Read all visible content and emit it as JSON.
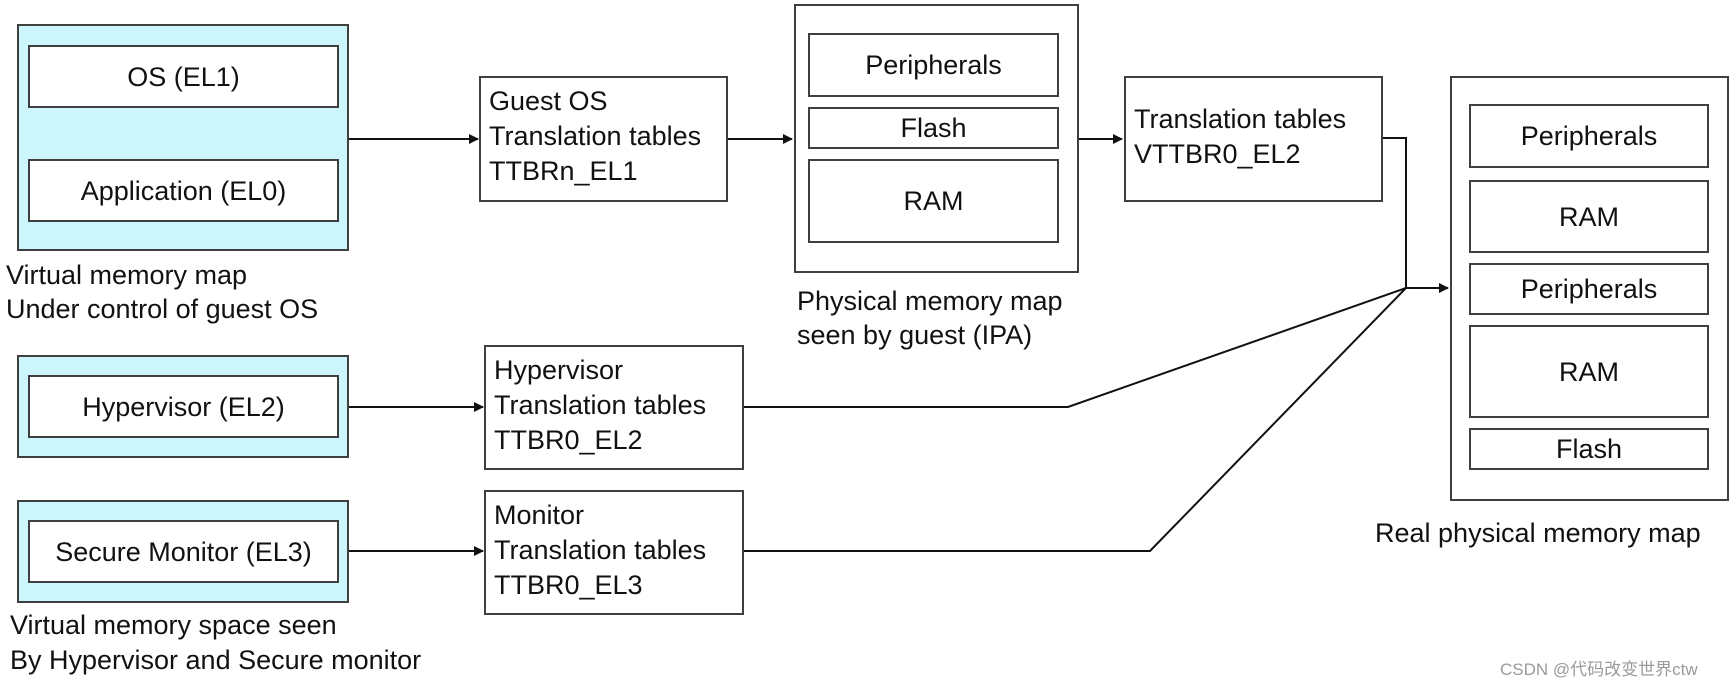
{
  "guest_vm": {
    "os_label": "OS (EL1)",
    "app_label": "Application (EL0)",
    "caption_line1": "Virtual memory map",
    "caption_line2": "Under control of guest OS"
  },
  "hypervisor_vm": {
    "label": "Hypervisor (EL2)"
  },
  "monitor_vm": {
    "label": "Secure Monitor (EL3)"
  },
  "bottom_caption": {
    "line1": "Virtual memory space seen",
    "line2": "By Hypervisor and Secure monitor"
  },
  "tables": {
    "guest": "Guest OS\nTranslation tables\nTTBRn_EL1",
    "stage2": "Translation tables\nVTTBR0_EL2",
    "hypervisor": "Hypervisor\nTranslation tables\nTTBR0_EL2",
    "monitor": "Monitor\nTranslation tables\nTTBR0_EL3"
  },
  "ipa_map": {
    "regions": [
      "Peripherals",
      "Flash",
      "RAM"
    ],
    "caption_line1": "Physical memory map",
    "caption_line2": "seen by guest (IPA)"
  },
  "real_map": {
    "regions": [
      "Peripherals",
      "RAM",
      "Peripherals",
      "RAM",
      "Flash"
    ],
    "caption": "Real physical memory map"
  },
  "watermark": "CSDN @代码改变世界ctw"
}
